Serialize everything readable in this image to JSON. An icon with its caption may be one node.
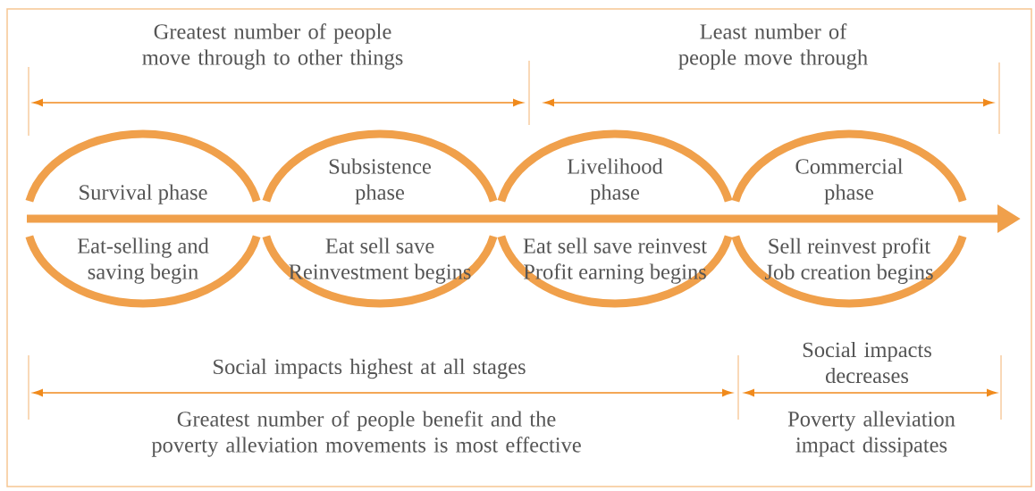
{
  "diagram": {
    "nodes": [
      {
        "text": [
          "Survival phase",
          "Eat-selling and saving begin"
        ]
      },
      {
        "text": [
          "Subsistence phase",
          "Eat sell save Reinvestment begins"
        ]
      },
      {
        "text": [
          "Livelihood phase",
          "Eat sell save reinvest Profit earning begins"
        ]
      },
      {
        "text": [
          "Commercial phase",
          "Sell reinvest profit Job creation begins"
        ]
      }
    ],
    "edges": [],
    "labels": [
      "Greatest number of people move through to other things",
      "Least number of people move through",
      "Social impacts highest at all stages",
      "Social impacts decreases",
      "Greatest number of people benefit and the poverty alleviation movements is most effective",
      "Poverty alleviation impact dissipates"
    ]
  }
}
